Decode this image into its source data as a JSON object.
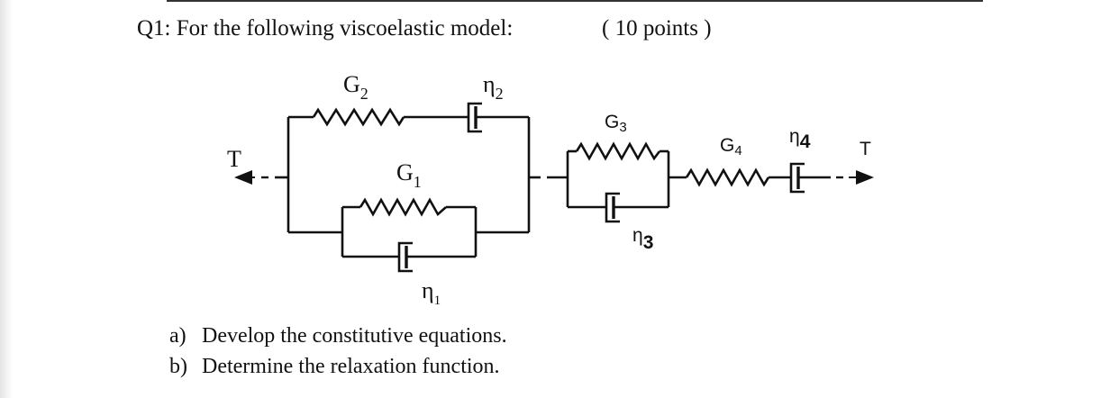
{
  "question": {
    "title": "Q1: For the following viscoelastic model:",
    "points": "( 10 points )"
  },
  "diagram": {
    "left_force": "T",
    "right_force": "T",
    "G2": {
      "base": "G",
      "sub": "2"
    },
    "eta2": {
      "base": "η",
      "sub": "2"
    },
    "G1": {
      "base": "G",
      "sub": "1"
    },
    "eta1": {
      "base": "η",
      "sub": "1"
    },
    "G3": {
      "base": "G",
      "sub": "3"
    },
    "eta3": {
      "base": "η",
      "sub": "3"
    },
    "G4": {
      "base": "G",
      "sub": "4"
    },
    "eta4": {
      "base": "η",
      "sub": "4"
    }
  },
  "tasks": [
    {
      "marker": "a)",
      "text": "Develop the constitutive equations."
    },
    {
      "marker": "b)",
      "text": "Determine the relaxation function."
    }
  ]
}
